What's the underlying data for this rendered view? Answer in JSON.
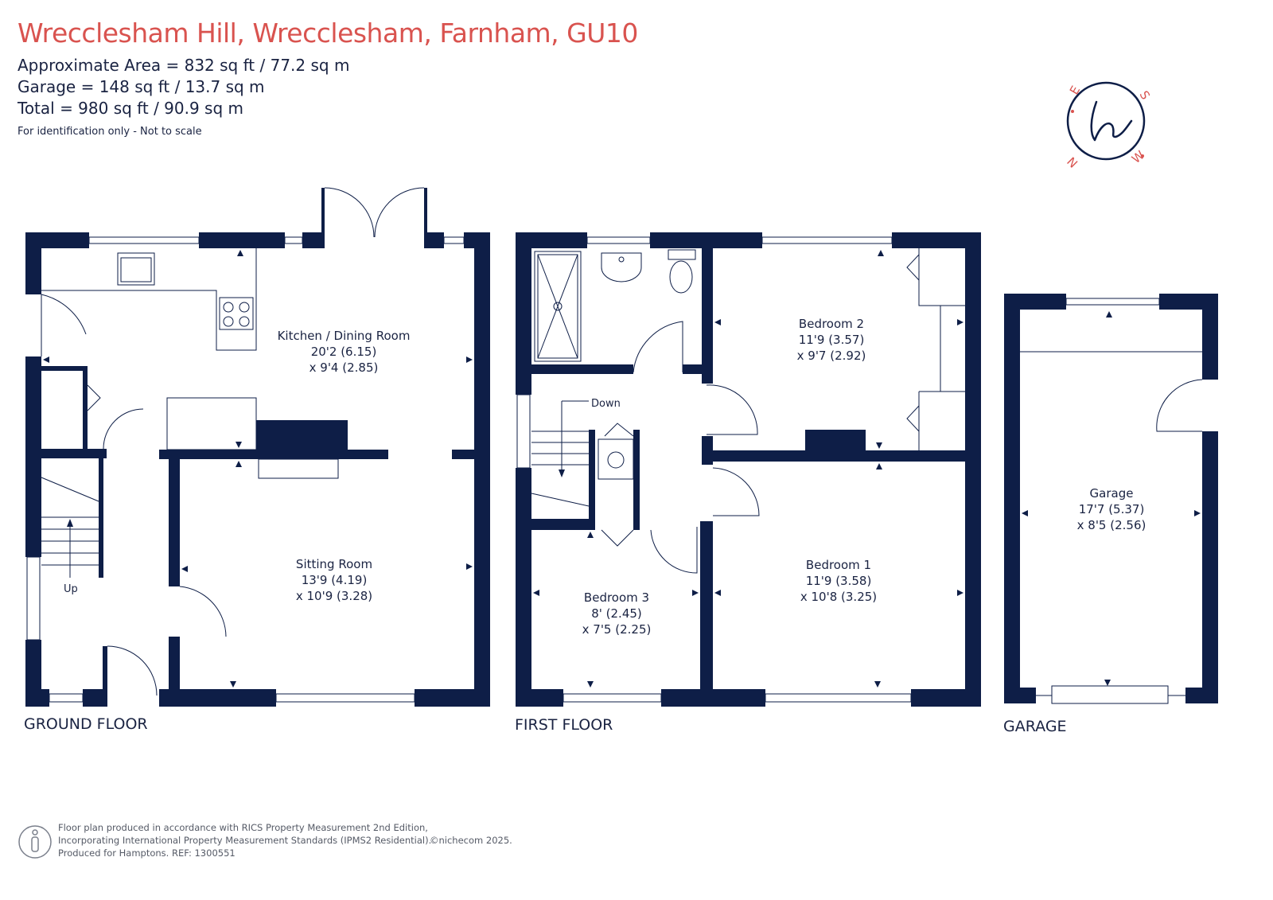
{
  "header": {
    "title": "Wrecclesham Hill, Wrecclesham, Farnham, GU10",
    "approx_area": "Approximate Area = 832 sq ft / 77.2 sq m",
    "garage_area": "Garage = 148 sq ft / 13.7 sq m",
    "total_area": "Total = 980 sq ft / 90.9 sq m",
    "note": "For identification only - Not to scale"
  },
  "compass": {
    "n": "N",
    "e": "E",
    "s": "S",
    "w": "W",
    "logo_letter": "h"
  },
  "floors": {
    "ground": {
      "label": "GROUND FLOOR"
    },
    "first": {
      "label": "FIRST FLOOR"
    },
    "garage": {
      "label": "GARAGE"
    }
  },
  "rooms": {
    "kitchen": {
      "name": "Kitchen / Dining Room",
      "dim1": "20'2 (6.15)",
      "dim2": "x 9'4 (2.85)"
    },
    "sitting": {
      "name": "Sitting Room",
      "dim1": "13'9 (4.19)",
      "dim2": "x 10'9 (3.28)"
    },
    "bedroom1": {
      "name": "Bedroom 1",
      "dim1": "11'9 (3.58)",
      "dim2": "x 10'8 (3.25)"
    },
    "bedroom2": {
      "name": "Bedroom 2",
      "dim1": "11'9 (3.57)",
      "dim2": "x 9'7 (2.92)"
    },
    "bedroom3": {
      "name": "Bedroom 3",
      "dim1": "8' (2.45)",
      "dim2": "x 7'5 (2.25)"
    },
    "garage": {
      "name": "Garage",
      "dim1": "17'7 (5.37)",
      "dim2": "x 8'5 (2.56)"
    }
  },
  "stairs": {
    "up": "Up",
    "down": "Down"
  },
  "footer": {
    "line1": "Floor plan produced in accordance with RICS Property Measurement 2nd Edition,",
    "line2": "Incorporating International Property Measurement Standards (IPMS2 Residential).",
    "line3": "Produced for Hamptons.   REF: 1300551",
    "copyright": "©nichecom 2025."
  },
  "colors": {
    "wall": "#0e1e47",
    "title": "#d9534f",
    "text": "#1a2342"
  }
}
